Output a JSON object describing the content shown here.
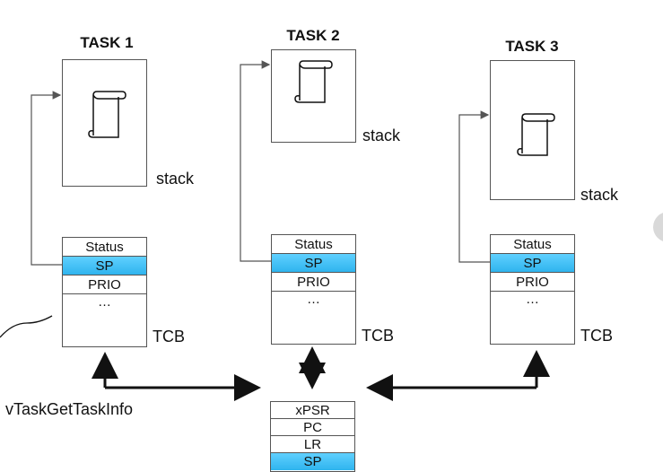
{
  "tasks": [
    {
      "title": "TASK 1",
      "stack_label": "stack",
      "tcb_label": "TCB",
      "fields": [
        "Status",
        "SP",
        "PRIO",
        "…"
      ]
    },
    {
      "title": "TASK 2",
      "stack_label": "stack",
      "tcb_label": "TCB",
      "fields": [
        "Status",
        "SP",
        "PRIO",
        "…"
      ]
    },
    {
      "title": "TASK 3",
      "stack_label": "stack",
      "tcb_label": "TCB",
      "fields": [
        "Status",
        "SP",
        "PRIO",
        "…"
      ]
    }
  ],
  "cpu_registers": [
    "xPSR",
    "PC",
    "LR",
    "SP"
  ],
  "function_label": "vTaskGetTaskInfo",
  "colors": {
    "highlight": "#2fb4ee",
    "line": "#555555",
    "arrow": "#111111"
  },
  "icons": [
    "scroll-icon",
    "double-arrow-icon"
  ]
}
